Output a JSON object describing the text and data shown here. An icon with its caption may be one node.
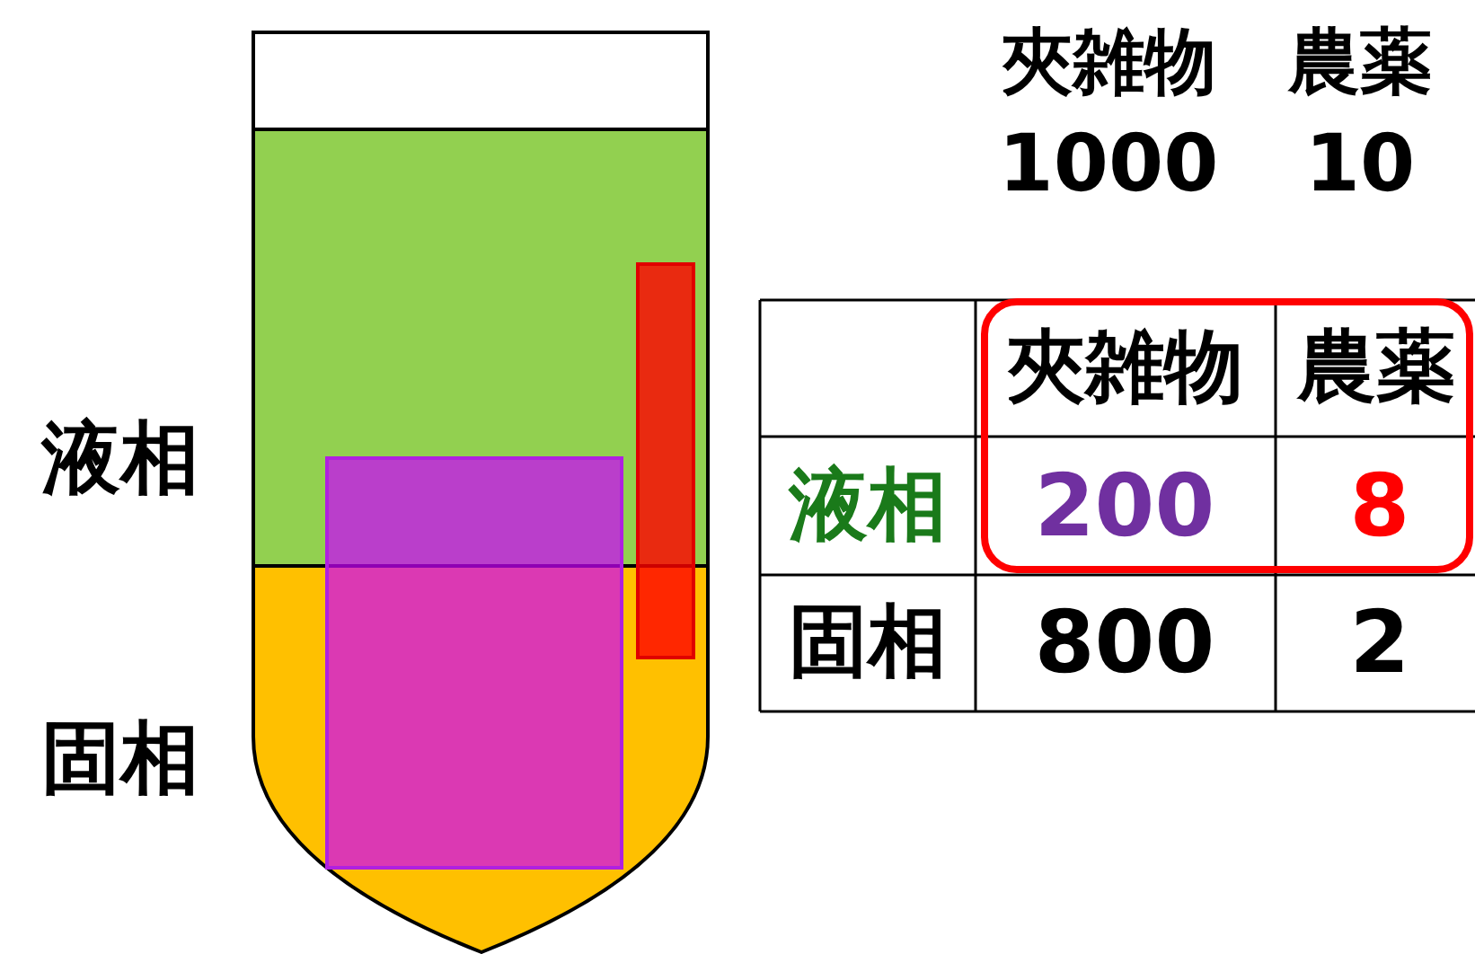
{
  "diagram": {
    "labels": [
      "夾雑物",
      "農薬",
      "1000",
      "10",
      "夾雑物",
      "農薬",
      "液相",
      "液相",
      "200",
      "8",
      "固相",
      "800",
      "2",
      "固相"
    ]
  }
}
